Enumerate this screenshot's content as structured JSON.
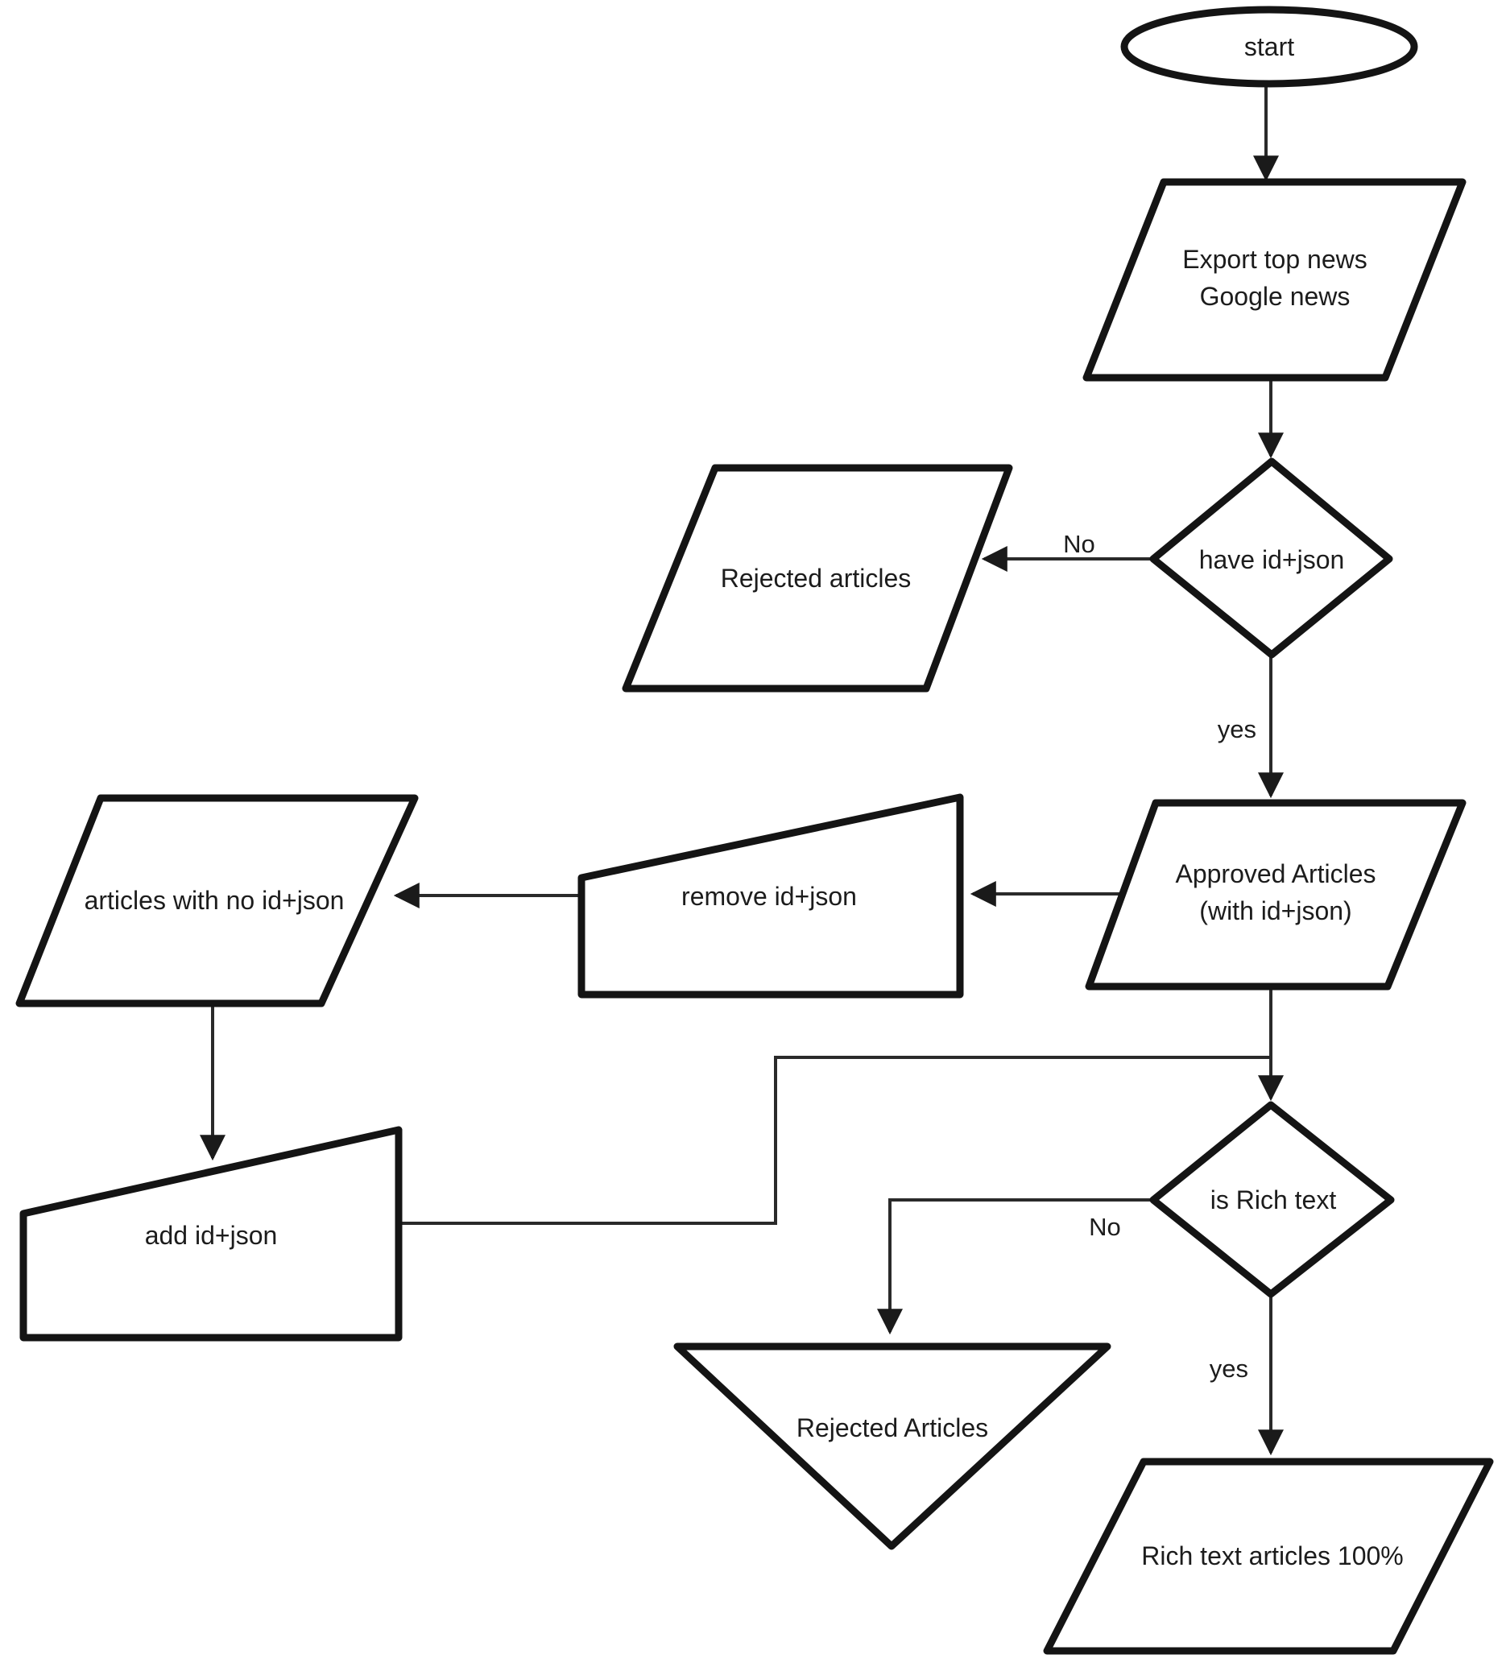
{
  "diagram": {
    "title": "news-articles-processing-flowchart",
    "colors": {
      "background": "#ffffff",
      "shape_stroke": "#141414",
      "edge_stroke": "#2a2a2a",
      "text": "#1c1c1c"
    },
    "nodes": {
      "start": {
        "type": "terminator",
        "label": "start"
      },
      "export": {
        "type": "data",
        "label_line1": "Export top news",
        "label_line2": "Google news"
      },
      "have_id_json": {
        "type": "decision",
        "label": "have id+json"
      },
      "rejected_articles": {
        "type": "data",
        "label": "Rejected articles"
      },
      "approved_articles": {
        "type": "data",
        "label_line1": "Approved Articles",
        "label_line2": "(with id+json)"
      },
      "remove_id_json": {
        "type": "manual-operation",
        "label": "remove id+json"
      },
      "articles_no_id_json": {
        "type": "data",
        "label": "articles with no id+json"
      },
      "add_id_json": {
        "type": "manual-operation",
        "label": "add id+json"
      },
      "is_rich_text": {
        "type": "decision",
        "label": "is Rich text"
      },
      "rejected_articles_merge": {
        "type": "merge",
        "label": "Rejected Articles"
      },
      "rich_text_articles": {
        "type": "data",
        "label": "Rich text articles 100%"
      }
    },
    "edge_labels": {
      "have_id_json_no": "No",
      "have_id_json_yes": "yes",
      "is_rich_text_no": "No",
      "is_rich_text_yes": "yes"
    }
  }
}
